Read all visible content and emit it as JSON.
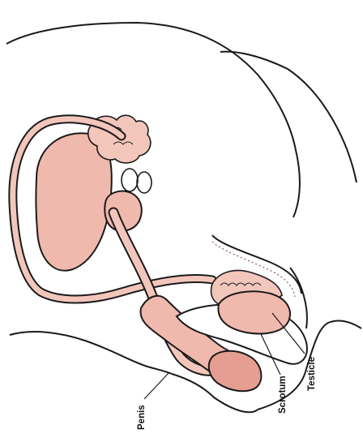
{
  "diagram": {
    "labels": {
      "penis": "Penis",
      "scrotum": "Scrotum",
      "testicle": "Testicle"
    },
    "colors": {
      "organ_fill": "#f0b9ad",
      "organ_dark": "#e79e92",
      "tube_fill": "#f3c6bb",
      "outline": "#1a1a1a",
      "background": "#ffffff"
    }
  }
}
